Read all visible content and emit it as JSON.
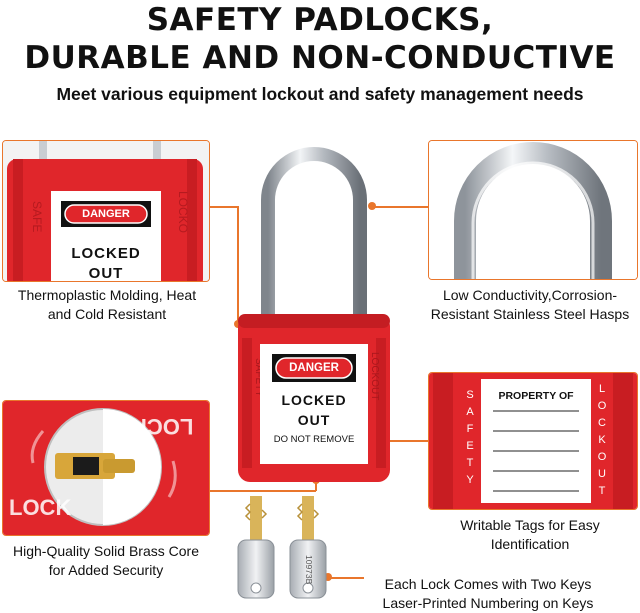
{
  "header": {
    "title_line1": "SAFETY PADLOCKS,",
    "title_line2": "DURABLE AND NON-CONDUCTIVE",
    "subtitle": "Meet various equipment lockout and safety management needs"
  },
  "features": {
    "thermoplastic": {
      "line1": "Thermoplastic Molding, Heat",
      "line2": "and Cold Resistant"
    },
    "steel": {
      "line1": "Low Conductivity,Corrosion-",
      "line2": "Resistant Stainless Steel Hasps"
    },
    "brass": {
      "line1": "High-Quality Solid Brass Core",
      "line2": "for Added Security"
    },
    "tags": {
      "line1": "Writable Tags for Easy",
      "line2": "Identification"
    },
    "keys": {
      "line1": "Each Lock Comes with Two Keys",
      "line2": "Laser-Printed Numbering on Keys"
    }
  },
  "label": {
    "danger": "DANGER",
    "locked": "LOCKED",
    "out": "OUT",
    "do_not_remove": "DO NOT REMOVE",
    "property_of": "PROPERTY OF",
    "safety_side": "SAFETY",
    "lockout_side": "LOCKOUT",
    "lock_text": "LOCK",
    "key_number": "10973B"
  },
  "colors": {
    "lock_red": "#e0262b",
    "accent_orange": "#e9762c"
  }
}
